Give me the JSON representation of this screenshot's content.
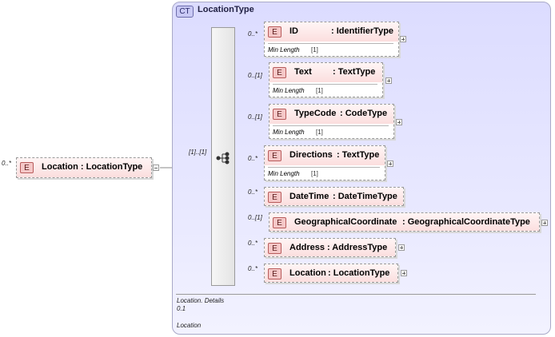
{
  "root_element": {
    "occurrence": "0..*",
    "badge": "E",
    "label": "Location : LocationType"
  },
  "complex_type": {
    "badge": "CT",
    "title": "LocationType"
  },
  "sequence": {
    "occurrence": "[1]..[1]"
  },
  "children": [
    {
      "occurrence": "0..*",
      "badge": "E",
      "name": "ID",
      "type": ": IdentifierType",
      "facet_label": "Min Length",
      "facet_value": "[1]"
    },
    {
      "occurrence": "0..[1]",
      "badge": "E",
      "name": "Text",
      "type": ": TextType",
      "facet_label": "Min Length",
      "facet_value": "[1]"
    },
    {
      "occurrence": "0..[1]",
      "badge": "E",
      "name": "TypeCode",
      "type": ": CodeType",
      "facet_label": "Min Length",
      "facet_value": "[1]"
    },
    {
      "occurrence": "0..*",
      "badge": "E",
      "name": "Directions",
      "type": ": TextType",
      "facet_label": "Min Length",
      "facet_value": "[1]"
    },
    {
      "occurrence": "0..*",
      "badge": "E",
      "name": "DateTime",
      "type": ": DateTimeType"
    },
    {
      "occurrence": "0..[1]",
      "badge": "E",
      "name": "GeographicalCoordinate",
      "type": ": GeographicalCoordinateType"
    },
    {
      "occurrence": "0..*",
      "badge": "E",
      "name": "Address",
      "type": ": AddressType"
    },
    {
      "occurrence": "0..*",
      "badge": "E",
      "name": "Location",
      "type": ": LocationType"
    }
  ],
  "annotation": {
    "line1": "Location. Details",
    "line2": "0.1",
    "line3": "Location"
  },
  "colors": {
    "ct_fill": "#dcdcff",
    "element_fill": "#fbdede",
    "badge_fill": "#f5c8c8"
  },
  "icons": {
    "expand": "plus-icon",
    "collapse": "minus-icon",
    "sequence": "sequence-compositor-icon"
  }
}
